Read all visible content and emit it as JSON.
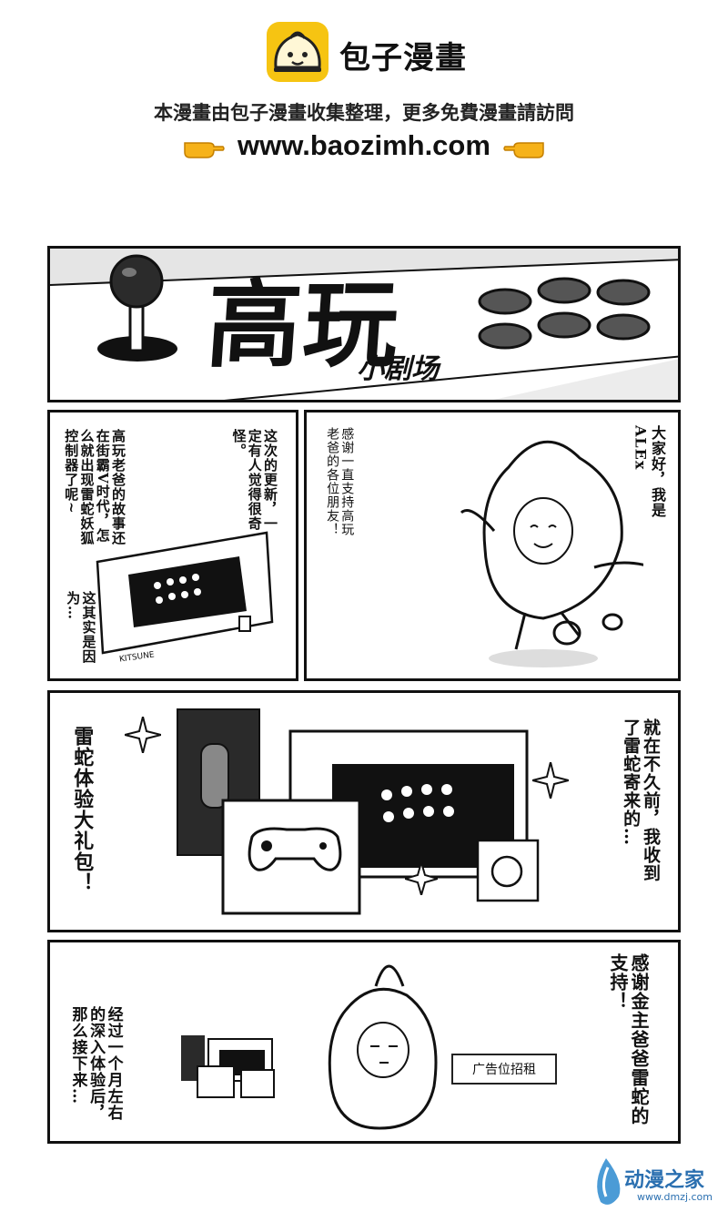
{
  "header": {
    "brand_name": "包子漫畫",
    "tagline": "本漫畫由包子漫畫收集整理，更多免費漫畫請訪問",
    "url": "www.baozimh.com",
    "logo_icon": "steamed-bun-logo-icon",
    "hand_icon": "pointing-hand-icon",
    "brand_color": "#f6c412"
  },
  "panel1": {
    "title": "高玩",
    "subtitle": "小剧场"
  },
  "panel2": {
    "text_a": "这次的更新，一定有人觉得很奇怪。",
    "text_b": "高玩老爸的故事还在街霸V时代，怎么就出现雷蛇妖狐控制器了呢~",
    "text_c": "这其实是因为…",
    "device_label": "KITSUNE"
  },
  "panel3": {
    "greeting": "大家好，我是ALEx",
    "thanks": "感谢一直支持高玩老爸的各位朋友！"
  },
  "panel4": {
    "text_right": "就在不久前，我收到了雷蛇寄来的…",
    "text_left": "雷蛇体验大礼包！"
  },
  "panel5": {
    "text_left": "经过一个月左右的深入体验后，那么接下来…",
    "text_right": "感谢金主爸爸雷蛇的支持！",
    "ad_sign": "广告位招租"
  },
  "footer": {
    "site_name": "动漫之家",
    "site_url": "www.dmzj.com",
    "accent_color": "#2a6fb0"
  }
}
